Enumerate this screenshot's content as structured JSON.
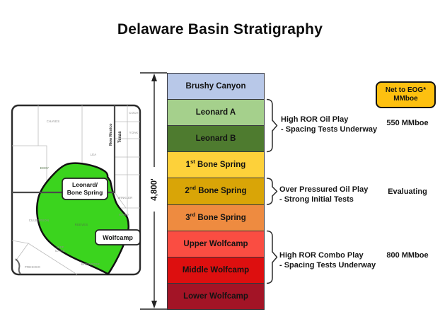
{
  "title": "Delaware Basin Stratigraphy",
  "column": {
    "depth_label": "4,800'",
    "layers": [
      {
        "label": "Brushy Canyon",
        "color": "#b8c8e8"
      },
      {
        "label": "Leonard A",
        "color": "#a5d08c"
      },
      {
        "label": "Leonard B",
        "color": "#4e7b2f"
      },
      {
        "num": "1",
        "sup": "st",
        "rest": " Bone Spring",
        "color": "#fdd13a"
      },
      {
        "num": "2",
        "sup": "nd",
        "rest": " Bone Spring",
        "color": "#d9a507"
      },
      {
        "num": "3",
        "sup": "rd",
        "rest": " Bone Spring",
        "color": "#ee8b40"
      },
      {
        "label": "Upper Wolfcamp",
        "color": "#fa4d42"
      },
      {
        "label": "Middle Wolfcamp",
        "color": "#dd0f0f"
      },
      {
        "label": "Lower Wolfcamp",
        "color": "#a31426"
      }
    ]
  },
  "plays": [
    {
      "line1": "High ROR Oil Play",
      "line2": "- Spacing Tests Underway",
      "value": "550 MMboe"
    },
    {
      "line1": "Over Pressured Oil Play",
      "line2": "- Strong Initial Tests",
      "value": "Evaluating"
    },
    {
      "line1": "High ROR Combo Play",
      "line2": "- Spacing Tests Underway",
      "value": "800 MMboe"
    }
  ],
  "net_panel": {
    "line1": "Net to EOG*",
    "line2": "MMboe",
    "bg": "#fdc010"
  },
  "map": {
    "play_color": "#3bd41e",
    "labels": {
      "leonard_line1": "Leonard/",
      "leonard_line2": "Bone Spring",
      "wolfcamp": "Wolfcamp",
      "state_left": "New Mexico",
      "state_right": "Texas"
    },
    "counties": [
      "CHAVES",
      "COCH",
      "YOAK",
      "LEA",
      "EDDY",
      "WINKLER",
      "WARD",
      "CULBERSON",
      "REEVES",
      "JEFF",
      "DAVIS",
      "PRESIDIO",
      "BREWSTER"
    ]
  }
}
